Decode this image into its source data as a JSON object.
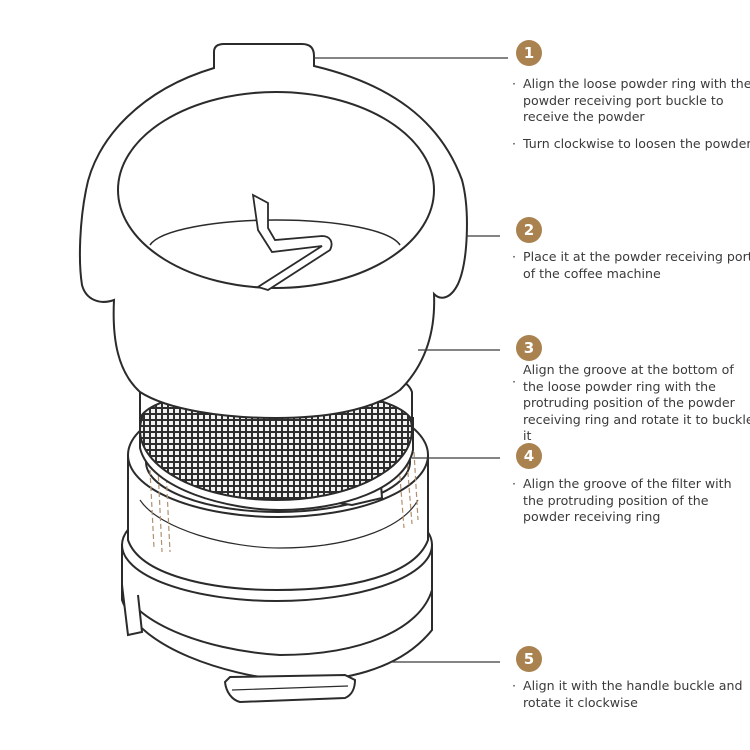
{
  "colors": {
    "badge": "#a9824f",
    "line": "#3a3a3a",
    "stroke": "#2b2b2b",
    "accent": "#b09070"
  },
  "bullet": "·",
  "steps": [
    {
      "number": "1",
      "items": [
        "Align the loose powder ring with the powder receiving port buckle to receive the powder",
        "Turn clockwise to loosen the powder"
      ]
    },
    {
      "number": "2",
      "items": [
        "Place it at the powder receiving port of the coffee machine"
      ]
    },
    {
      "number": "3",
      "items": [
        "Align the groove at the bottom of the loose powder ring with the protruding position of the powder receiving ring and rotate it to buckle it"
      ]
    },
    {
      "number": "4",
      "items": [
        "Align the groove of the filter with the protruding position of the powder receiving ring"
      ]
    },
    {
      "number": "5",
      "items": [
        "Align it with the handle buckle and rotate it clockwise"
      ]
    }
  ]
}
